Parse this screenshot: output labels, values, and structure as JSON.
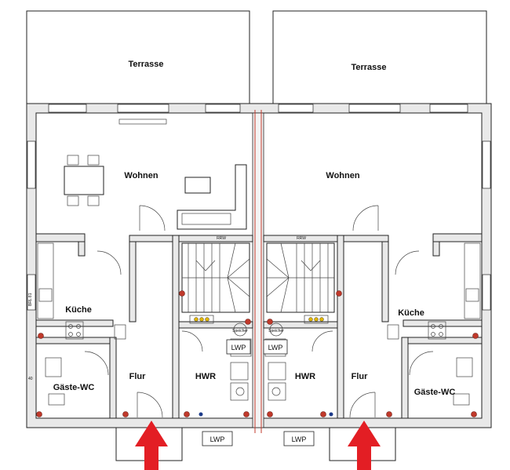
{
  "plan": {
    "units": [
      {
        "terrace": "Terrasse",
        "living": "Wohnen",
        "kitchen": "Küche",
        "guest_wc": "Gäste-WC",
        "hallway": "Flur",
        "utility": "HWR",
        "heat_pump_inside": "LWP",
        "heat_pump_outside": "LWP"
      },
      {
        "terrace": "Terrasse",
        "living": "Wohnen",
        "kitchen": "Küche",
        "guest_wc": "Gäste-WC",
        "hallway": "Flur",
        "utility": "HWR",
        "heat_pump_inside": "LWP",
        "heat_pump_outside": "LWP"
      }
    ],
    "small_labels": {
      "left_kitchen_side": "BRL 81",
      "left_wc_dim": "40",
      "storage_tank": "Speicher",
      "stair_tag": "RRW"
    },
    "colors": {
      "wall_fill": "#e9e9e9",
      "outline": "#222222",
      "arrow_red": "#e31e24",
      "party_wall_red": "#c0392b",
      "dot_blue": "#1d3b8a"
    },
    "entrance_markers": [
      "arrow-left-unit",
      "arrow-right-unit"
    ]
  }
}
